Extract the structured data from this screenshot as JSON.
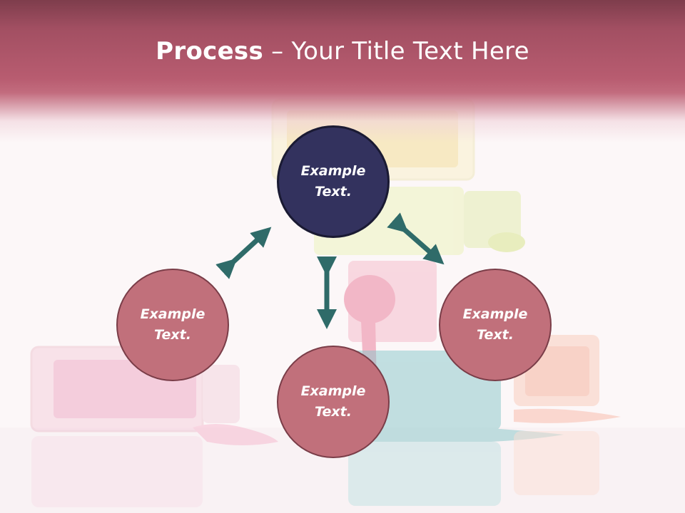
{
  "slide": {
    "title_bold": "Process",
    "title_rest": " – Your Title Text Here"
  },
  "nodes": {
    "top": "Example\nText.",
    "left": "Example\nText.",
    "right": "Example\nText.",
    "bottom": "Example\nText."
  },
  "colors": {
    "header": "#b85c70",
    "top_node": "#33325e",
    "side_nodes": "#c1707b",
    "arrows": "#2f6b69"
  }
}
